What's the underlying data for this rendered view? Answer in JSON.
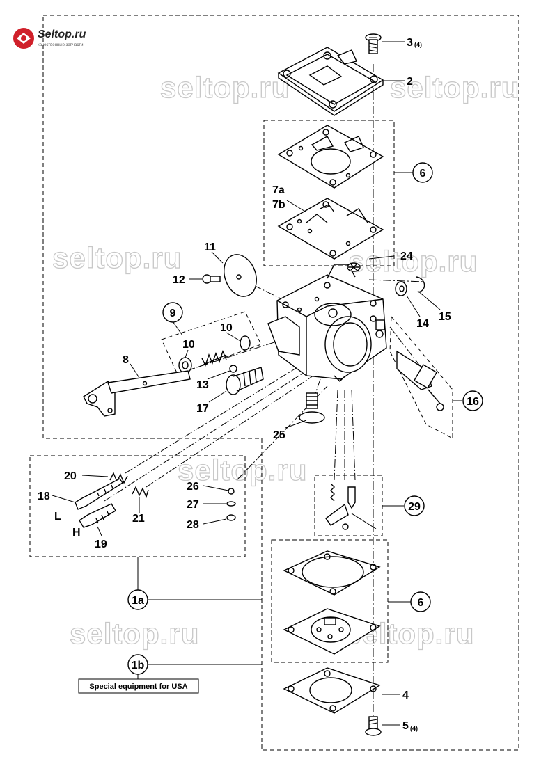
{
  "logo": {
    "brand": "Seltop.ru",
    "tagline": "качественные запчасти"
  },
  "watermark": "seltop.ru",
  "callouts": {
    "c1a": "1a",
    "c1b": "1b",
    "c6a": "6",
    "c6b": "6",
    "c9": "9",
    "c16": "16",
    "c29": "29"
  },
  "labels": {
    "l2": "2",
    "l3": "3",
    "l3_qty": "(4)",
    "l4": "4",
    "l5": "5",
    "l5_qty": "(4)",
    "l7a": "7a",
    "l7b": "7b",
    "l8": "8",
    "l10a": "10",
    "l10b": "10",
    "l11": "11",
    "l12": "12",
    "l13": "13",
    "l14": "14",
    "l15": "15",
    "l17": "17",
    "l18": "18",
    "l19": "19",
    "l20": "20",
    "l21": "21",
    "l24": "24",
    "l25": "25",
    "l26": "26",
    "l27": "27",
    "l28": "28",
    "lL": "L",
    "lH": "H"
  },
  "note": "Special equipment for USA",
  "colors": {
    "ink": "#000000",
    "watermark": "#c8c8c8",
    "logo_red": "#d0202a"
  }
}
